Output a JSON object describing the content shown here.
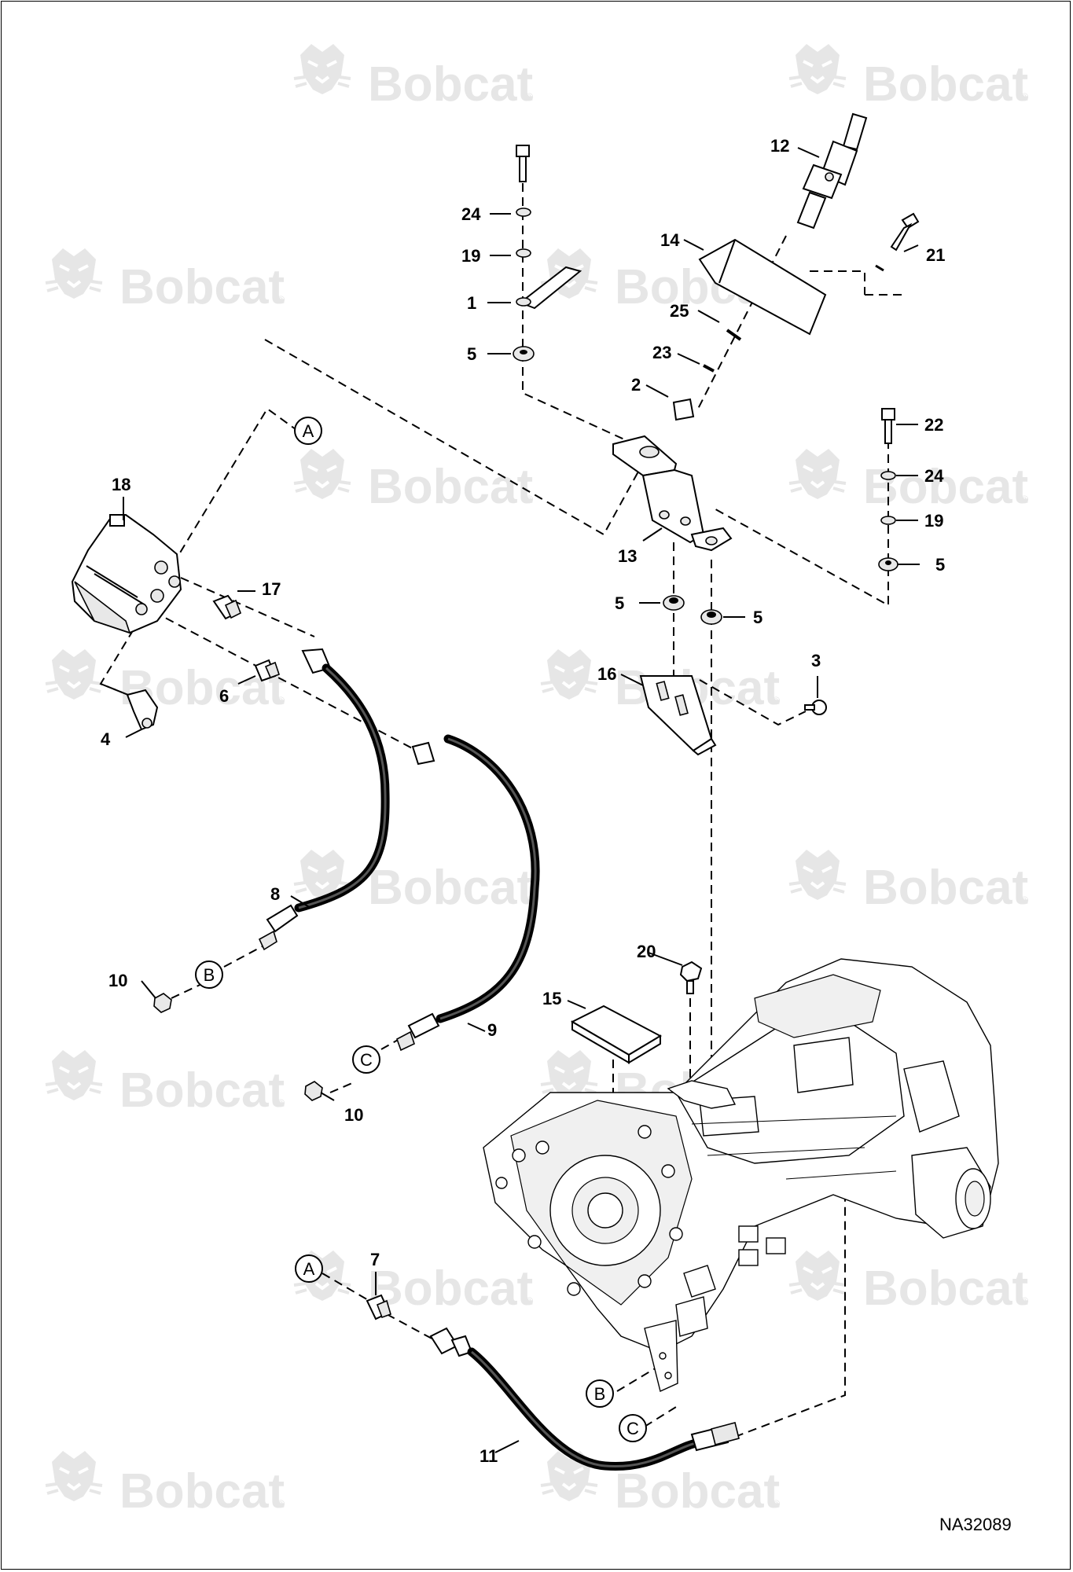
{
  "watermark": {
    "brand": "Bobcat",
    "mark": "®",
    "logo_icon": "bobcat-head-icon"
  },
  "drawing_number": "NA32089",
  "callouts": {
    "c1": "1",
    "c2": "2",
    "c3": "3",
    "c4": "4",
    "c5a": "5",
    "c5b": "5",
    "c5c": "5",
    "c5d": "5",
    "c6": "6",
    "c7": "7",
    "c8": "8",
    "c9": "9",
    "c10a": "10",
    "c10b": "10",
    "c11": "11",
    "c12": "12",
    "c13": "13",
    "c14": "14",
    "c15": "15",
    "c16": "16",
    "c17": "17",
    "c18": "18",
    "c19a": "19",
    "c19b": "19",
    "c20": "20",
    "c21": "21",
    "c22": "22",
    "c23": "23",
    "c24a": "24",
    "c24b": "24",
    "c25": "25"
  },
  "connection_letters": {
    "a_top": "A",
    "a_bottom": "A",
    "b_top": "B",
    "b_bottom": "B",
    "c_top": "C",
    "c_bottom": "C"
  }
}
